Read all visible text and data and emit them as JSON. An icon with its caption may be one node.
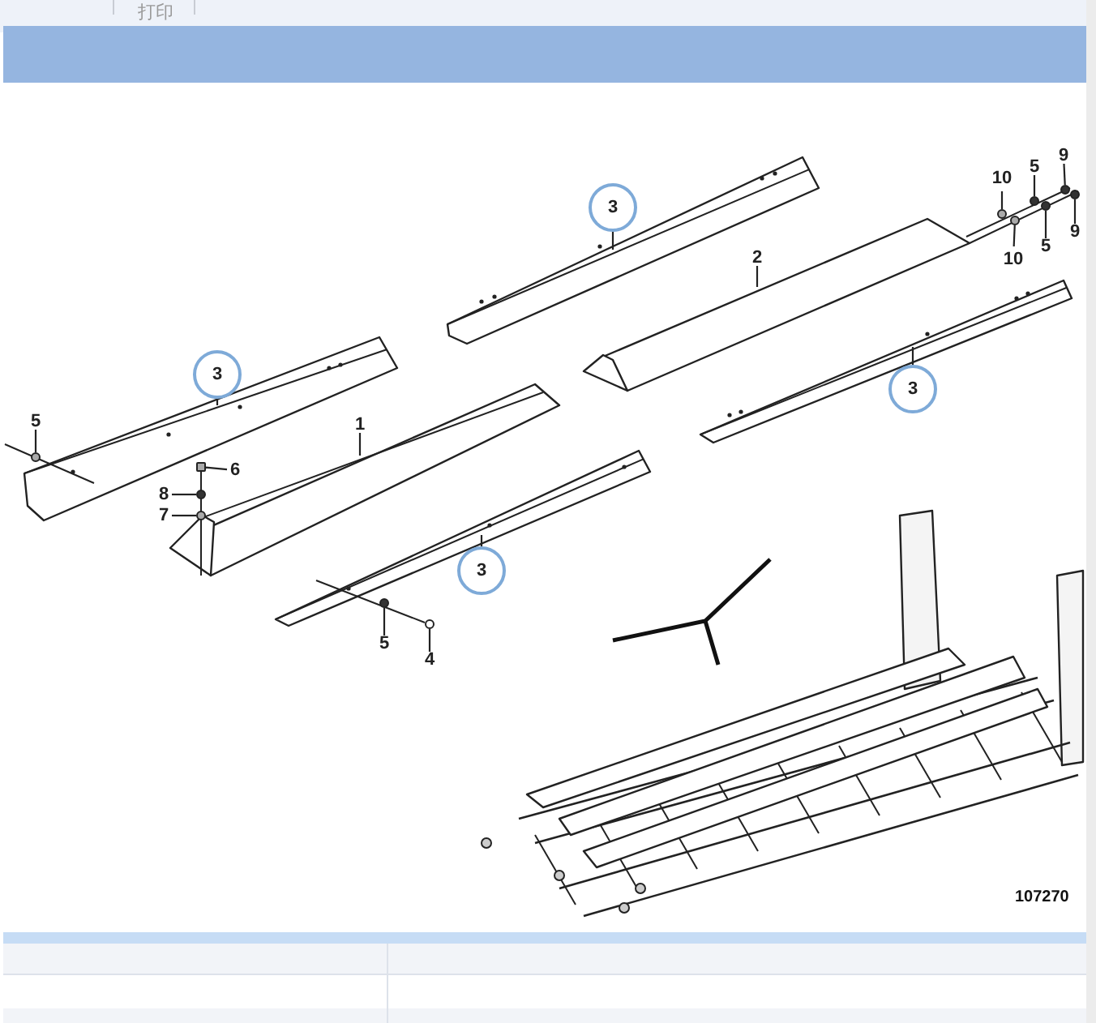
{
  "diagram": {
    "nodes": [
      {
        "text": [
          "3"
        ]
      },
      {
        "text": [
          "10"
        ]
      },
      {
        "text": [
          "5"
        ]
      },
      {
        "text": [
          "9"
        ]
      },
      {
        "text": [
          "10"
        ]
      },
      {
        "text": [
          "5"
        ]
      },
      {
        "text": [
          "9"
        ]
      },
      {
        "text": [
          "2"
        ]
      },
      {
        "text": [
          "3"
        ]
      },
      {
        "text": [
          "3"
        ]
      },
      {
        "text": [
          "5"
        ]
      },
      {
        "text": [
          "1"
        ]
      },
      {
        "text": [
          "6"
        ]
      },
      {
        "text": [
          "8"
        ]
      },
      {
        "text": [
          "7"
        ]
      },
      {
        "text": [
          "3"
        ]
      },
      {
        "text": [
          "5"
        ]
      },
      {
        "text": [
          "4"
        ]
      },
      {
        "text": [],
        "shape": "circle"
      },
      {
        "text": [],
        "shape": "box"
      },
      {
        "text": [],
        "shape": "circle"
      },
      {
        "text": [],
        "shape": "circle"
      },
      {
        "text": [],
        "shape": "circle"
      },
      {
        "text": [],
        "shape": "circle"
      },
      {
        "text": [],
        "shape": "circle"
      },
      {
        "text": [],
        "shape": "circle"
      },
      {
        "text": [],
        "shape": "circle"
      },
      {
        "text": [],
        "shape": "circle"
      },
      {
        "text": [],
        "shape": "circle"
      },
      {
        "text": [],
        "shape": "circle"
      },
      {
        "text": [],
        "shape": "picture"
      },
      {
        "text": [],
        "shape": "picture"
      },
      {
        "text": [],
        "shape": "picture"
      },
      {
        "text": [],
        "shape": "picture"
      },
      {
        "text": [],
        "shape": "picture"
      },
      {
        "text": [],
        "shape": "picture"
      }
    ],
    "edges": [
      {
        "from": 0,
        "to": 33,
        "arrow": "none"
      },
      {
        "from": 1,
        "to": 24,
        "arrow": "none"
      },
      {
        "from": 2,
        "to": 26,
        "arrow": "none"
      },
      {
        "from": 3,
        "to": 28,
        "arrow": "none"
      },
      {
        "from": 4,
        "to": 25,
        "arrow": "none"
      },
      {
        "from": 5,
        "to": 27,
        "arrow": "none"
      },
      {
        "from": 6,
        "to": 29,
        "arrow": "none"
      },
      {
        "from": 7,
        "to": 34,
        "arrow": "none"
      },
      {
        "from": 8,
        "to": 35,
        "arrow": "none"
      },
      {
        "from": 9,
        "to": 30,
        "arrow": "none"
      },
      {
        "from": 10,
        "to": 18,
        "arrow": "none"
      },
      {
        "from": 11,
        "to": 31,
        "arrow": "none"
      },
      {
        "from": 12,
        "to": 19,
        "arrow": "none"
      },
      {
        "from": 13,
        "to": 20,
        "arrow": "none"
      },
      {
        "from": 14,
        "to": 21,
        "arrow": "none"
      },
      {
        "from": 15,
        "to": 32,
        "arrow": "none"
      },
      {
        "from": 16,
        "to": 22,
        "arrow": "none"
      },
      {
        "from": 17,
        "to": 23,
        "arrow": "none"
      }
    ],
    "labels": [
      "打印",
      "107270"
    ]
  }
}
